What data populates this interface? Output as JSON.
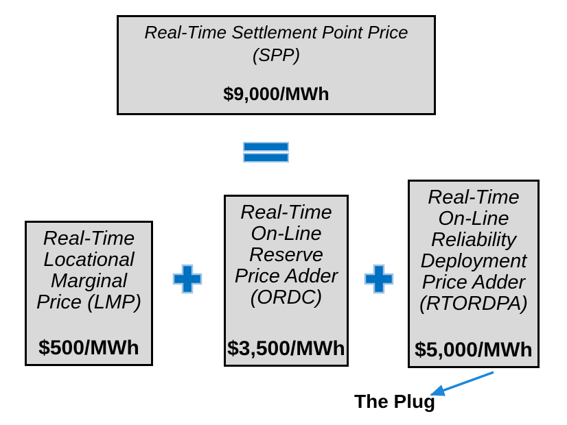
{
  "diagram": {
    "result_box": {
      "lines": [
        "Real-Time Settlement Point Price",
        "(SPP)"
      ],
      "value": "$9,000/MWh"
    },
    "operand_boxes": {
      "lmp": {
        "lines": [
          "Real-Time",
          "Locational",
          "Marginal",
          "Price (LMP)"
        ],
        "value": "$500/MWh"
      },
      "ordc": {
        "lines": [
          "Real-Time",
          "On-Line",
          "Reserve",
          "Price Adder",
          "(ORDC)"
        ],
        "value": "$3,500/MWh"
      },
      "rtordpa": {
        "lines": [
          "Real-Time",
          "On-Line",
          "Reliability",
          "Deployment",
          "Price Adder",
          "(RTORDPA)"
        ],
        "value": "$5,000/MWh"
      }
    },
    "operators": {
      "equals": "=",
      "plus": "+"
    },
    "annotation": {
      "label": "The Plug"
    },
    "colors": {
      "box_fill": "#d9d9d9",
      "box_border": "#000000",
      "operator_fill": "#0070c0",
      "operator_edge": "#9dc3e6",
      "arrow": "#1e87d6",
      "text": "#000000"
    }
  }
}
